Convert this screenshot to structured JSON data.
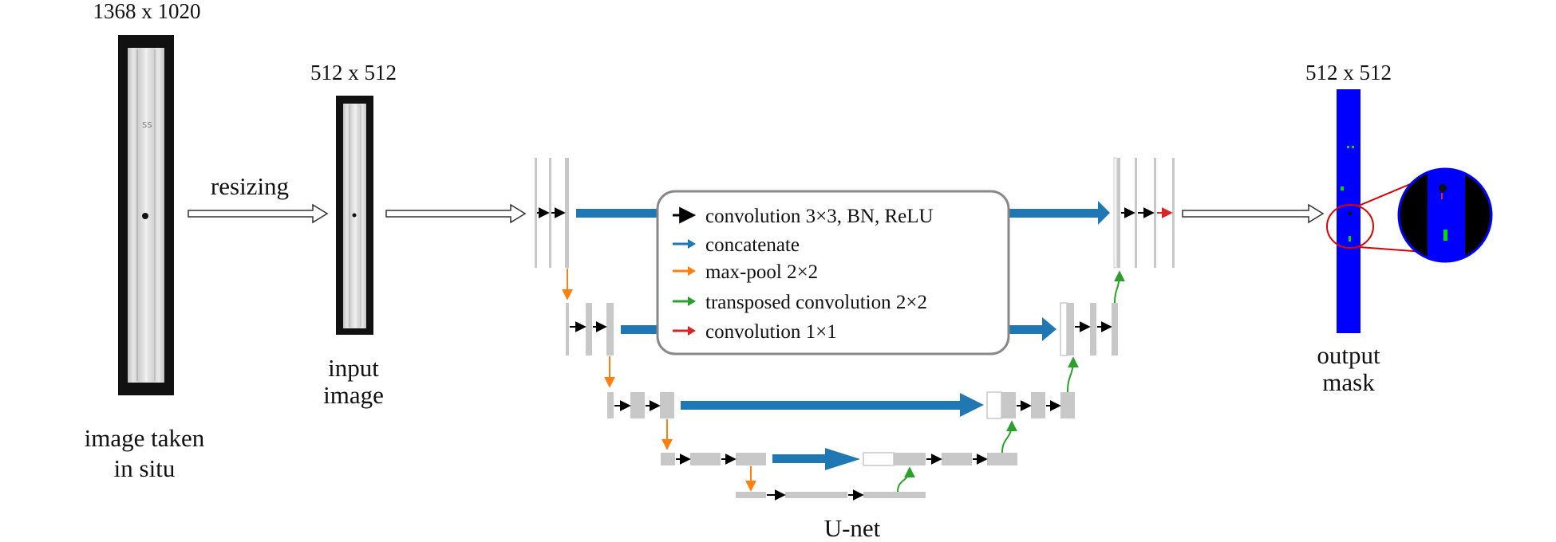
{
  "labels": {
    "original_size": "1368 x 1020",
    "input_size": "512 x 512",
    "output_size": "512 x 512",
    "resizing": "resizing",
    "caption_original_1": "image taken",
    "caption_original_2": "in situ",
    "caption_input_1": "input",
    "caption_input_2": "image",
    "caption_output_1": "output",
    "caption_output_2": "mask",
    "network_name": "U-net"
  },
  "legend": [
    {
      "label": "convolution 3×3, BN, ReLU",
      "color": "#000000"
    },
    {
      "label": "concatenate",
      "color": "#1f77b4"
    },
    {
      "label": "max-pool 2×2",
      "color": "#ff7f0e"
    },
    {
      "label": "transposed convolution 2×2",
      "color": "#2ca02c"
    },
    {
      "label": "convolution 1×1",
      "color": "#d62728"
    }
  ],
  "colors": {
    "feature_map": "#c8c8c8",
    "mask_background": "#0000ff",
    "mask_defect": "#00dd00",
    "zoom_outline": "#e00000"
  }
}
